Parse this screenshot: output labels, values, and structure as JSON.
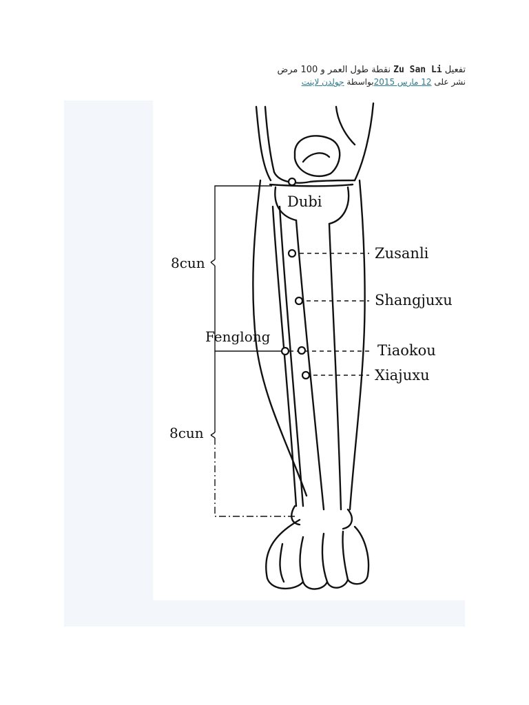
{
  "post": {
    "title_prefix": "تفعيل",
    "title_latin": "Zu San Li",
    "title_rest": "نقطة طول العمر و 100 مرض",
    "meta_published_on": "نشر على",
    "meta_date": "12 مارس 2015",
    "meta_by": "بواسطة",
    "meta_author": "جولدن لاينت"
  },
  "figure": {
    "points": {
      "dubi": "Dubi",
      "zusanli": "Zusanli",
      "shangjuxu": "Shangjuxu",
      "fenglong": "Fenglong",
      "tiaokou": "Tiaokou",
      "xiajuxu": "Xiajuxu"
    },
    "measure_upper": "8cun",
    "measure_lower": "8cun"
  },
  "colors": {
    "link": "#2a7a8c",
    "figure_background": "#f3f6fa",
    "ink": "#111111"
  }
}
